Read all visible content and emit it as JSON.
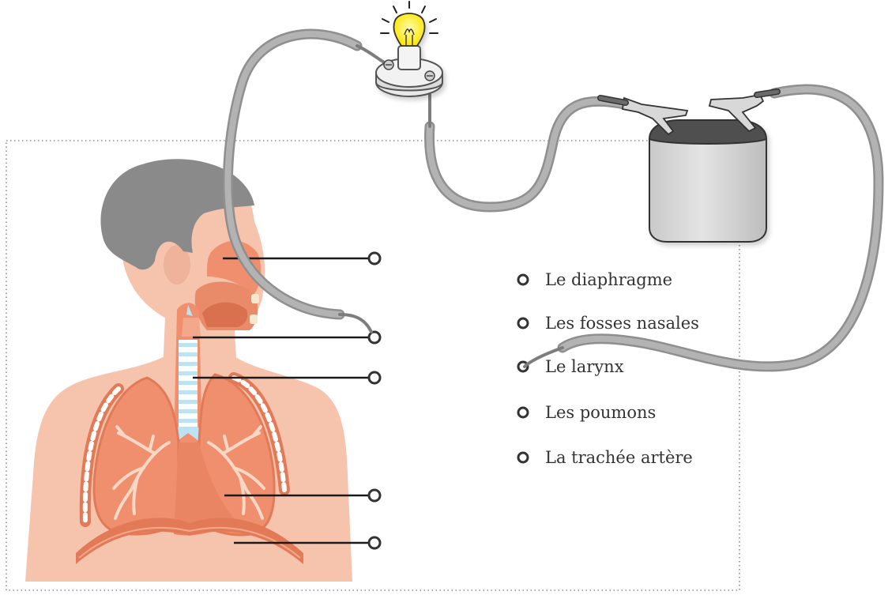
{
  "terms": [
    {
      "label": "Le diaphragme"
    },
    {
      "label": "Les fosses nasales"
    },
    {
      "label": "Le larynx"
    },
    {
      "label": "Les poumons"
    },
    {
      "label": "La trachée artère"
    }
  ],
  "anatomy_pointer_count": 5,
  "colors": {
    "frame": "#8c8c8c",
    "skin": "#f6c4ad",
    "organ": "#ef8f6e",
    "organ_dark": "#e27a58",
    "hair": "#8a8a8a",
    "trachea_stripe": "#bde3f3",
    "wire": "#a9a9a9",
    "wire_edge": "#8f8f8f",
    "bulb": "#fff05a",
    "battery": "#d7d7d7",
    "battery_top": "#4f4f4f"
  }
}
